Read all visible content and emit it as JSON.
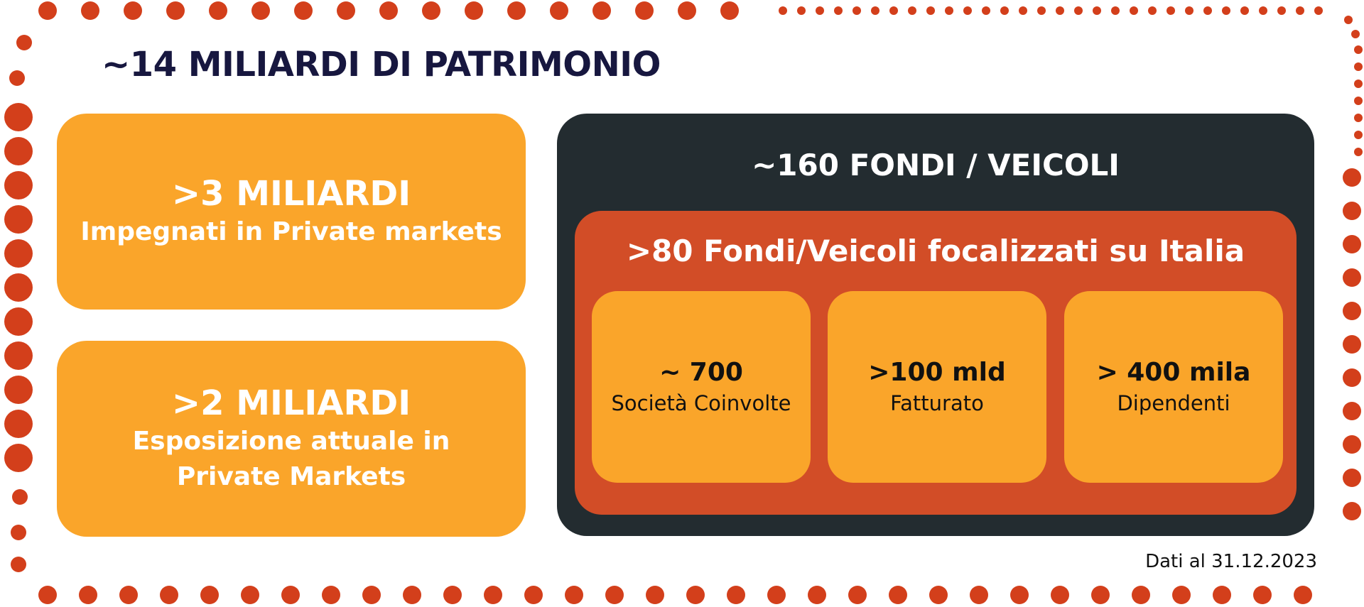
{
  "colors": {
    "dots": "#d33f1b",
    "title": "#17173f",
    "card_orange": "#faa52a",
    "panel_dark": "#232c30",
    "panel_red": "#d24d27"
  },
  "title": "~14 MILIARDI DI PATRIMONIO",
  "left_cards": [
    {
      "value": ">3 MILIARDI",
      "label": "Impegnati in Private markets"
    },
    {
      "value": ">2 MILIARDI",
      "label": "Esposizione attuale in Private Markets"
    }
  ],
  "fondi": {
    "title": "~160 FONDI / VEICOLI",
    "italia": {
      "title": ">80 Fondi/Veicoli focalizzati su Italia",
      "stats": [
        {
          "value": "~ 700",
          "label": "Società Coinvolte"
        },
        {
          "value": ">100 mld",
          "label": "Fatturato"
        },
        {
          "value": "> 400 mila",
          "label": "Dipendenti"
        }
      ]
    }
  },
  "footnote": "Dati al 31.12.2023"
}
